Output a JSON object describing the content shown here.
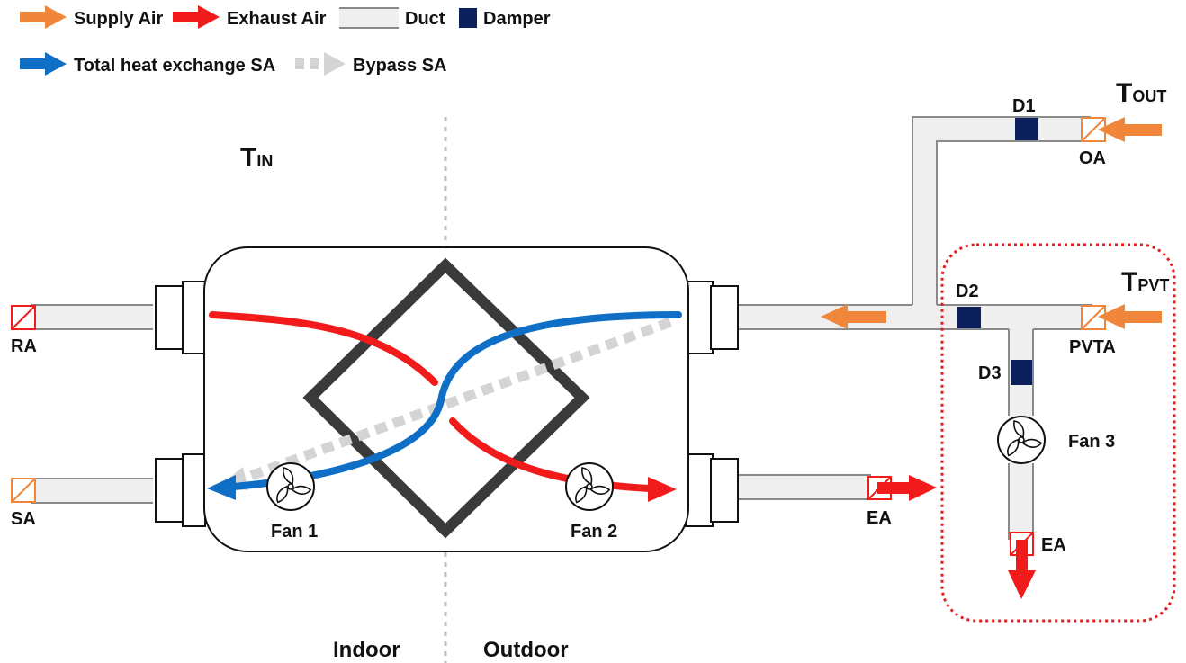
{
  "legend": {
    "supply_air": "Supply Air",
    "exhaust_air": "Exhaust Air",
    "duct": "Duct",
    "damper": "Damper",
    "total_heat_exchange_sa": "Total heat exchange SA",
    "bypass_sa": "Bypass SA"
  },
  "temps": {
    "t_in": {
      "main": "T",
      "sub": "IN"
    },
    "t_out": {
      "main": "T",
      "sub": "OUT"
    },
    "t_pvt": {
      "main": "T",
      "sub": "PVT"
    }
  },
  "ports": {
    "ra": "RA",
    "sa": "SA",
    "oa": "OA",
    "pvta": "PVTA",
    "ea_main": "EA",
    "ea_pvt": "EA"
  },
  "dampers": {
    "d1": "D1",
    "d2": "D2",
    "d3": "D3"
  },
  "fans": {
    "fan1": "Fan 1",
    "fan2": "Fan 2",
    "fan3": "Fan 3"
  },
  "zones": {
    "indoor": "Indoor",
    "outdoor": "Outdoor"
  },
  "colors": {
    "supply": "#f0863a",
    "exhaust": "#f21b1b",
    "heat_exchange": "#0f6fc6",
    "bypass": "#d4d4d4",
    "damper": "#0a1f5c",
    "duct_fill": "#efefef",
    "duct_line": "#8a8a8a",
    "pvt_box": "#e0201e"
  },
  "icons": [
    "fan-icon",
    "damper-icon",
    "port-box-icon",
    "arrow-icon"
  ]
}
